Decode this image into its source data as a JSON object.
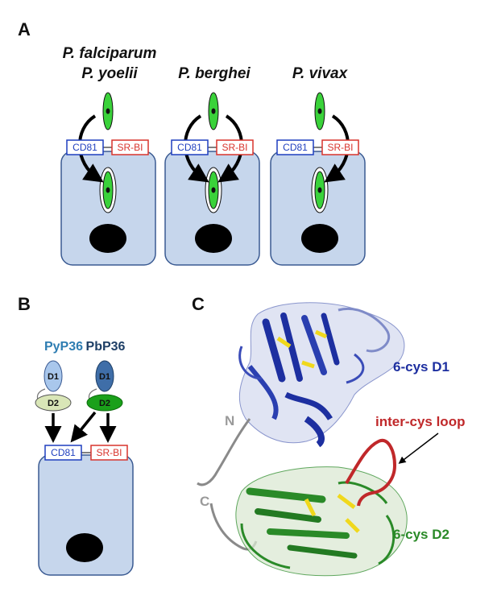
{
  "panels": {
    "a": "A",
    "b": "B",
    "c": "C"
  },
  "panel_a": {
    "species": [
      {
        "line1": "P. falciparum",
        "line2": "P. yoelii",
        "entry": "CD81"
      },
      {
        "line1": "",
        "line2": "P. berghei",
        "entry": "both"
      },
      {
        "line1": "",
        "line2": "P. vivax",
        "entry": "SR-BI"
      }
    ],
    "receptors": {
      "cd81": "CD81",
      "srbi": "SR-BI"
    }
  },
  "panel_b": {
    "proteins": {
      "py": "PyP36",
      "pb": "PbP36"
    },
    "domains": {
      "d1": "D1",
      "d2": "D2"
    },
    "receptors": {
      "cd81": "CD81",
      "srbi": "SR-BI"
    }
  },
  "panel_c": {
    "labels": {
      "d1": "6-cys D1",
      "d2": "6-cys D2",
      "loop": "inter-cys loop",
      "n": "N",
      "c": "C"
    }
  },
  "colors": {
    "cell_fill": "#c6d6ec",
    "cell_stroke": "#3a5a92",
    "parasite": "#3ad23a",
    "cd81": "#1f3fbf",
    "srbi": "#d8342c",
    "py_text": "#2e7db2",
    "pb_text": "#1e3f66",
    "py_d1": "#a9c7ec",
    "pb_d1": "#3f6ea8",
    "py_d2": "#d9e6b7",
    "pb_d2": "#1aa01a",
    "d1_protein": "#1d2fa0",
    "d2_protein": "#2a8a28",
    "loop": "#c0282a",
    "disulfide": "#f0d81c"
  }
}
